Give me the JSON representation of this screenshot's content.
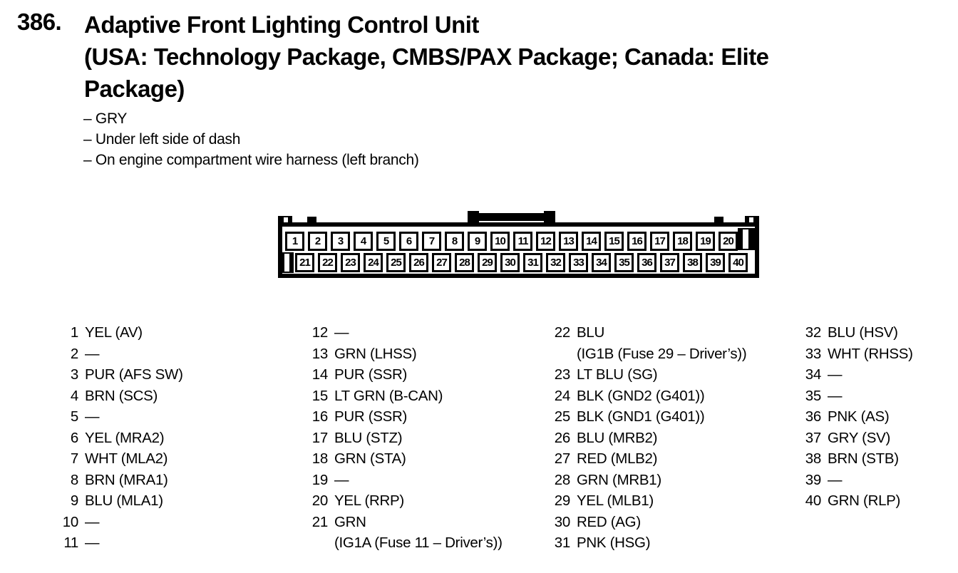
{
  "header": {
    "number": "386.",
    "title_line1": "Adaptive Front Lighting Control Unit",
    "title_line2": "(USA: Technology Package, CMBS/PAX Package; Canada: Elite",
    "title_line3": "Package)",
    "bullets": [
      "– GRY",
      "– Under left side of dash",
      "– On engine compartment wire harness (left branch)"
    ]
  },
  "connector": {
    "top_row_pins": [
      "1",
      "2",
      "3",
      "4",
      "5",
      "6",
      "7",
      "8",
      "9",
      "10",
      "11",
      "12",
      "13",
      "14",
      "15",
      "16",
      "17",
      "18",
      "19",
      "20"
    ],
    "bottom_row_pins": [
      "21",
      "22",
      "23",
      "24",
      "25",
      "26",
      "27",
      "28",
      "29",
      "30",
      "31",
      "32",
      "33",
      "34",
      "35",
      "36",
      "37",
      "38",
      "39",
      "40"
    ]
  },
  "pin_table": {
    "columns": [
      {
        "entries": [
          {
            "pin": "1",
            "desc": "YEL (AV)"
          },
          {
            "pin": "2",
            "desc": "—"
          },
          {
            "pin": "3",
            "desc": "PUR (AFS SW)"
          },
          {
            "pin": "4",
            "desc": "BRN (SCS)"
          },
          {
            "pin": "5",
            "desc": "—"
          },
          {
            "pin": "6",
            "desc": "YEL (MRA2)"
          },
          {
            "pin": "7",
            "desc": "WHT (MLA2)"
          },
          {
            "pin": "8",
            "desc": "BRN (MRA1)"
          },
          {
            "pin": "9",
            "desc": "BLU (MLA1)"
          },
          {
            "pin": "10",
            "desc": "—"
          },
          {
            "pin": "11",
            "desc": "—"
          }
        ]
      },
      {
        "entries": [
          {
            "pin": "12",
            "desc": "—"
          },
          {
            "pin": "13",
            "desc": "GRN (LHSS)"
          },
          {
            "pin": "14",
            "desc": "PUR (SSR)"
          },
          {
            "pin": "15",
            "desc": "LT GRN (B-CAN)"
          },
          {
            "pin": "16",
            "desc": "PUR (SSR)"
          },
          {
            "pin": "17",
            "desc": "BLU (STZ)"
          },
          {
            "pin": "18",
            "desc": "GRN (STA)"
          },
          {
            "pin": "19",
            "desc": "—"
          },
          {
            "pin": "20",
            "desc": "YEL (RRP)"
          },
          {
            "pin": "21",
            "desc": "GRN",
            "cont": "(IG1A (Fuse 11 – Driver’s))"
          }
        ]
      },
      {
        "entries": [
          {
            "pin": "22",
            "desc": "BLU",
            "cont": "(IG1B (Fuse 29 – Driver’s))"
          },
          {
            "pin": "23",
            "desc": "LT BLU (SG)"
          },
          {
            "pin": "24",
            "desc": "BLK (GND2 (G401))"
          },
          {
            "pin": "25",
            "desc": "BLK (GND1 (G401))"
          },
          {
            "pin": "26",
            "desc": "BLU (MRB2)"
          },
          {
            "pin": "27",
            "desc": "RED (MLB2)"
          },
          {
            "pin": "28",
            "desc": "GRN (MRB1)"
          },
          {
            "pin": "29",
            "desc": "YEL (MLB1)"
          },
          {
            "pin": "30",
            "desc": "RED (AG)"
          },
          {
            "pin": "31",
            "desc": "PNK (HSG)"
          }
        ]
      },
      {
        "entries": [
          {
            "pin": "32",
            "desc": "BLU (HSV)"
          },
          {
            "pin": "33",
            "desc": "WHT (RHSS)"
          },
          {
            "pin": "34",
            "desc": "—"
          },
          {
            "pin": "35",
            "desc": "—"
          },
          {
            "pin": "36",
            "desc": "PNK (AS)"
          },
          {
            "pin": "37",
            "desc": "GRY (SV)"
          },
          {
            "pin": "38",
            "desc": "BRN (STB)"
          },
          {
            "pin": "39",
            "desc": "—"
          },
          {
            "pin": "40",
            "desc": "GRN (RLP)"
          }
        ]
      }
    ]
  }
}
